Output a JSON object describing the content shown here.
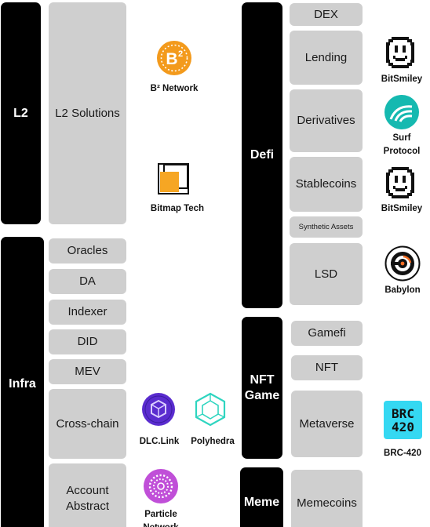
{
  "categories": {
    "l2": "L2",
    "infra": "Infra",
    "defi": "Defi",
    "nft_game": "NFT\nGame",
    "meme": "Meme"
  },
  "subcategories": {
    "l2_solutions": "L2 Solutions",
    "oracles": "Oracles",
    "da": "DA",
    "indexer": "Indexer",
    "did": "DID",
    "mev": "MEV",
    "cross_chain": "Cross-chain",
    "account_abstract": "Account\nAbstract",
    "dex": "DEX",
    "lending": "Lending",
    "derivatives": "Derivatives",
    "stablecoins": "Stablecoins",
    "synthetic_assets": "Synthetic Assets",
    "lsd": "LSD",
    "gamefi": "Gamefi",
    "nft": "NFT",
    "metaverse": "Metaverse",
    "memecoins": "Memecoins"
  },
  "projects": {
    "b2_network": "B² Network",
    "bitmap_tech": "Bitmap Tech",
    "dlc_link": "DLC.Link",
    "polyhedra": "Polyhedra",
    "particle_network": "Particle\nNetwork",
    "bitsmiley_lending": "BitSmiley",
    "surf_protocol": "Surf\nProtocol",
    "bitsmiley_stablecoins": "BitSmiley",
    "babylon": "Babylon",
    "brc420": "BRC-420",
    "brc420_logo_top": "BRC",
    "brc420_logo_bottom": "420"
  },
  "colors": {
    "category_bg": "#000000",
    "subcategory_bg": "#cfcfcf",
    "bitcoin_orange": "#f39a1c",
    "bitmap_orange": "#f6a623",
    "dlc_purple": "#5a2ccf",
    "polyhedra_teal": "#2fd5c0",
    "particle_pink": "#c04fd8",
    "surf_teal": "#15b9b0",
    "brc420_cyan": "#35d8f2"
  },
  "icons": [
    "bitcoin-b2-icon",
    "bitmap-tech-icon",
    "dlc-link-icon",
    "polyhedra-icon",
    "particle-network-icon",
    "bitsmiley-icon",
    "surf-protocol-icon",
    "babylon-icon",
    "brc420-icon"
  ]
}
